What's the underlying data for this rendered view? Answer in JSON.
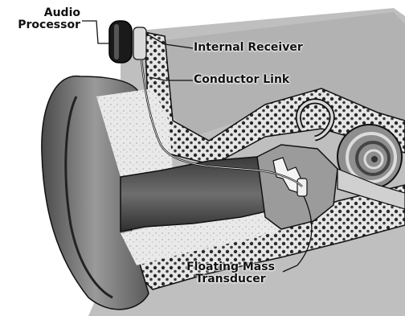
{
  "labels": {
    "audio_processor": [
      "Audio",
      "Processor"
    ],
    "internal_receiver": "Internal Receiver",
    "conductor_link": "Conductor Link",
    "floating_mass_transducer": [
      "Floating Mass",
      "Transducer"
    ]
  },
  "colors": {
    "background": "#ffffff",
    "skull": "#c4c4c4",
    "canal": "#555555",
    "ear": "#8a8a8a",
    "bone": "#e8e8e8",
    "ink": "#111111",
    "processor": "#1a1a1a"
  }
}
